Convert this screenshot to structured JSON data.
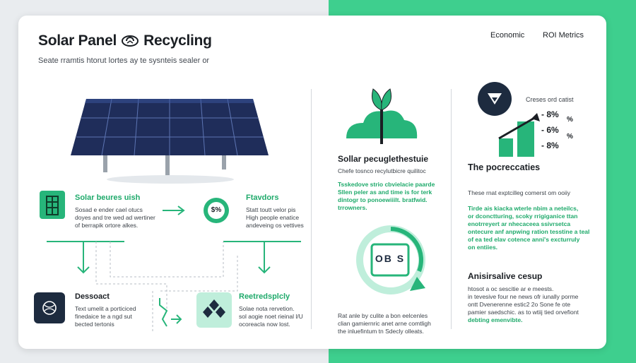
{
  "header": {
    "title": "Solar Panel",
    "title_icon": "recycle-emblem-icon",
    "title_suffix": "Recycling",
    "subtitle": "Seate rramtis htorut lortes ay te sysnteis sealer or",
    "nav_economic": "Economic",
    "nav_roi": "ROI Metrics"
  },
  "left_section": {
    "solar_box": {
      "title": "Solar beures uish",
      "text": [
        "Sosad e ender cael otucs",
        "doyes and tre wed ad wertiner",
        "of berrapik ortore alkes."
      ]
    },
    "factors_box": {
      "title": "Ftavdors",
      "text": [
        "Statt toutt velor pis",
        "High people enatice",
        "andeveing os vettives"
      ]
    },
    "dessoact_box": {
      "title": "Dessoact",
      "text": [
        "Text umelit a porticiced",
        "finedaice te a ngd sut",
        "bected tertonis"
      ]
    },
    "reetredsplcly_box": {
      "title": "Reetredsplcly",
      "text": [
        "Solae nota rervetion.",
        "sol aogie noet rieinal l/U",
        "ocoreacla now lost."
      ]
    }
  },
  "middle_section": {
    "title": "Sollar pecuglethestuie",
    "subtitle": "Chefe tosnco recylutbicre quilitoc",
    "green_text": [
      "Tsskedove strio cbvielacie paarde",
      "Sllen peler as and time is for terk",
      "dintogr to ponoewiiilt. bratfwid.",
      "trrowners."
    ],
    "bottom_text": [
      "Rat anle by culite a bon eelcenles",
      "clian gamiernric anet arne comtligh",
      "the inluefintum tn Sdecly olleats."
    ],
    "badge_text": "OB S"
  },
  "right_section": {
    "chart_caption": "Creses ord catist",
    "metrics": [
      "8%",
      "6%",
      "8%"
    ],
    "metric_prefixes": [
      "-",
      "-",
      "-"
    ],
    "percent_marks": [
      "%",
      "%"
    ],
    "title": "The pocreccaties",
    "subtitle": "These rnat exptcilleg comerst om ooiiy",
    "green_text": [
      "Tirde ais kiacka wterle nbim a neteilcs,",
      "or dconctturing, scoky rrigiganice ttan",
      "enotrreyert ar nhecaceea ssivrsetca",
      "ontecure anf anpwing ration tesstine a teal",
      "of ea ted elav cotence anni's excturruly",
      "on entiies."
    ],
    "bottom_title": "Anisirsalive cesup",
    "bottom_text": [
      "htosot a oc sescitie ar e meests.",
      "in tevesive four ne news ofr iunally porme",
      "ontt Dvenerenne estic2 2o Sone fe ote",
      "pamier saedschic. as to wtiij tied orvefiont"
    ],
    "bottom_green": "debting emenvibte."
  }
}
